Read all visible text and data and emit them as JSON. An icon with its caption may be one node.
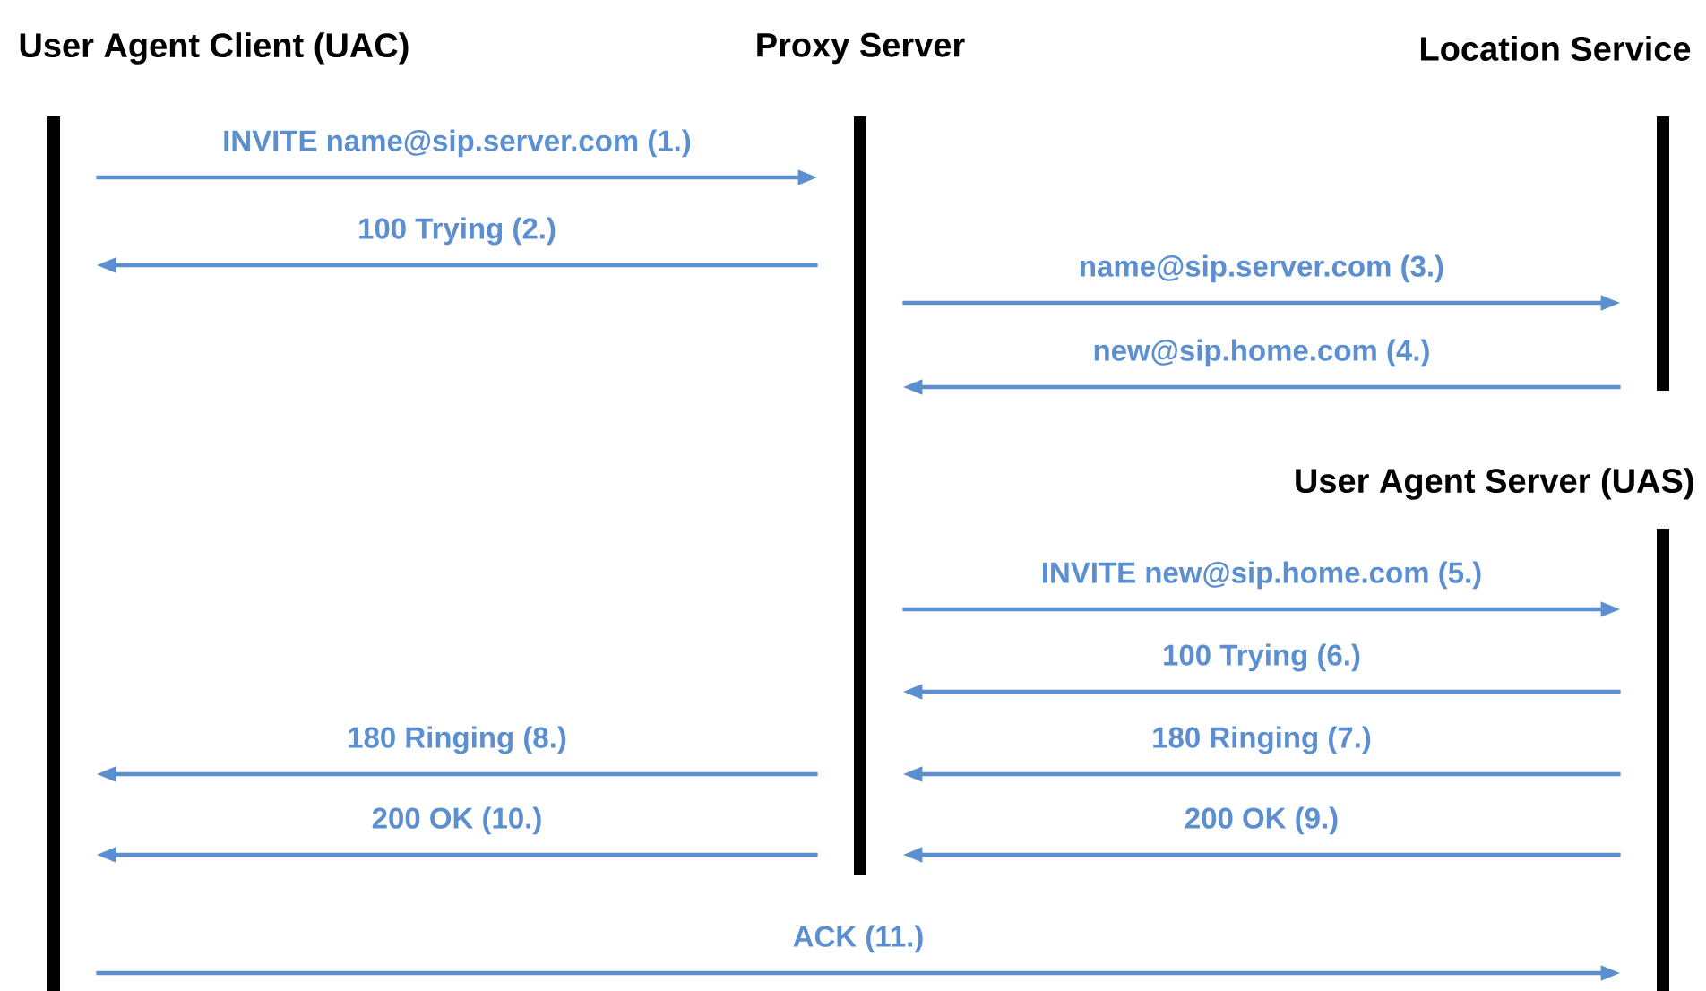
{
  "diagram": {
    "nodes": [
      {
        "text": [
          "User Agent Client (UAC)"
        ]
      },
      {
        "text": [
          "Proxy Server"
        ]
      },
      {
        "text": [
          "Location Service"
        ]
      },
      {
        "text": [
          "User Agent Server (UAS)"
        ]
      }
    ],
    "edges": [
      {
        "from": 0,
        "to": 1,
        "arrow": "to",
        "label": "INVITE name@sip.server.com (1.)"
      },
      {
        "from": 1,
        "to": 0,
        "arrow": "to",
        "label": "100 Trying (2.)"
      },
      {
        "from": 1,
        "to": 2,
        "arrow": "to",
        "label": "name@sip.server.com (3.)"
      },
      {
        "from": 2,
        "to": 1,
        "arrow": "to",
        "label": "new@sip.home.com (4.)"
      },
      {
        "from": 1,
        "to": 3,
        "arrow": "to",
        "label": "INVITE new@sip.home.com (5.)"
      },
      {
        "from": 3,
        "to": 1,
        "arrow": "to",
        "label": "100 Trying (6.)"
      },
      {
        "from": 3,
        "to": 1,
        "arrow": "to",
        "label": "180 Ringing (7.)"
      },
      {
        "from": 1,
        "to": 0,
        "arrow": "to",
        "label": "180 Ringing (8.)"
      },
      {
        "from": 3,
        "to": 1,
        "arrow": "to",
        "label": "200 OK (9.)"
      },
      {
        "from": 1,
        "to": 0,
        "arrow": "to",
        "label": "200 OK (10.)"
      },
      {
        "from": 0,
        "to": 3,
        "arrow": "to",
        "label": "ACK (11.)"
      }
    ]
  }
}
